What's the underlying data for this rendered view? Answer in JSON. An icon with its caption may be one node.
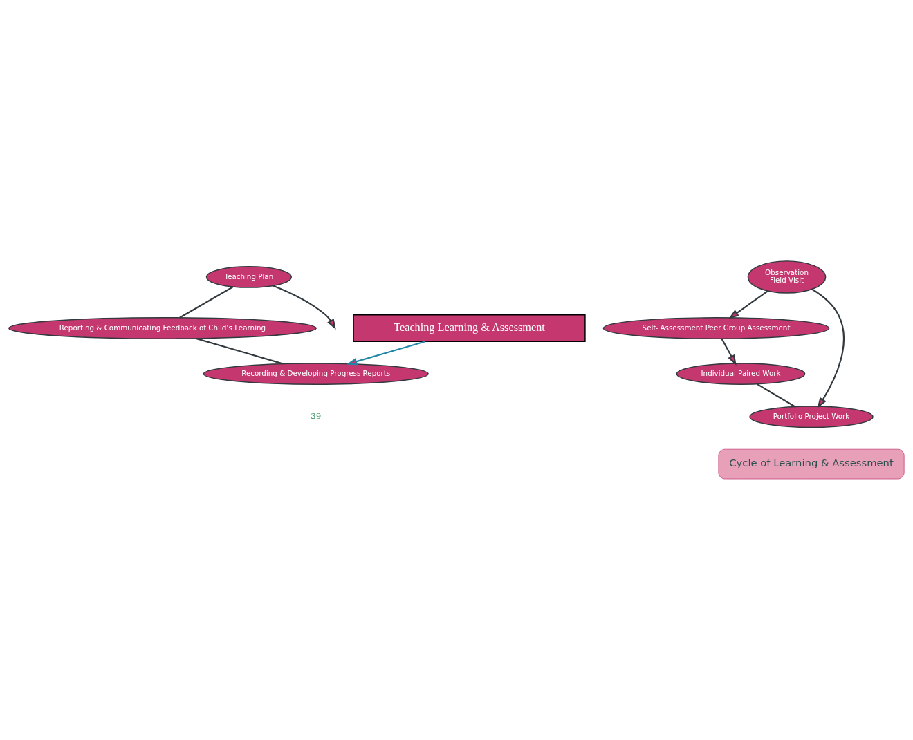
{
  "diagram": {
    "nodes": [
      {
        "text": [
          "Teaching Plan"
        ]
      },
      {
        "text": [
          "Observation",
          "Field Visit"
        ]
      },
      {
        "text": [
          "Self- Assessment Peer Group Assessment"
        ]
      },
      {
        "text": [
          "Teaching Learning & Assessment"
        ]
      },
      {
        "text": [
          "Reporting & Communicating Feedback of Child’s Learning"
        ]
      },
      {
        "text": [
          "Portfolio Project Work"
        ]
      },
      {
        "text": [
          "Individual Paired Work"
        ]
      },
      {
        "text": [
          "Recording & Developing Progress Reports"
        ]
      },
      {
        "text": [
          "Cycle of Learning & Assessment"
        ]
      }
    ],
    "edges": [
      {
        "from": 0,
        "to": null,
        "arrow": "to"
      },
      {
        "from": 1,
        "to": 2,
        "arrow": "to"
      },
      {
        "from": 2,
        "to": 6,
        "arrow": "to"
      },
      {
        "from": 6,
        "to": 5,
        "arrow": "none"
      },
      {
        "from": 1,
        "to": 5,
        "arrow": "to"
      },
      {
        "from": 3,
        "to": 7,
        "arrow": "to",
        "color": "#1f86a8"
      },
      {
        "from": 0,
        "to": 4,
        "arrow": "none"
      },
      {
        "from": 4,
        "to": 7,
        "arrow": "none"
      }
    ],
    "labels": [
      "39"
    ]
  }
}
